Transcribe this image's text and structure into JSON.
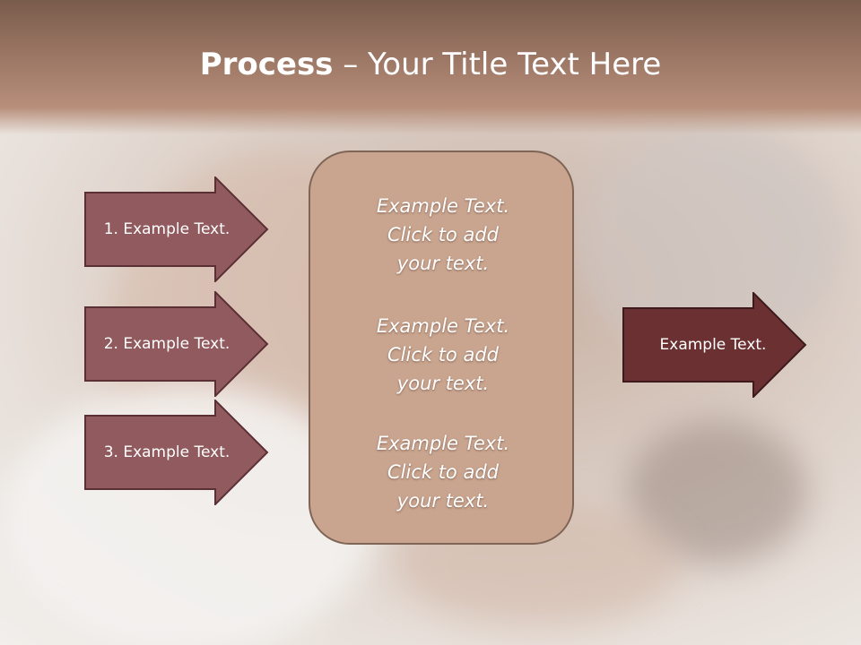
{
  "slide": {
    "title_bold": "Process",
    "title_rest": " – Your Title Text Here"
  },
  "left_arrows": [
    {
      "label": "1. Example Text."
    },
    {
      "label": "2. Example Text."
    },
    {
      "label": "3. Example Text."
    }
  ],
  "center_box": {
    "paragraphs": [
      {
        "line1": "Example Text.",
        "line2": "Click  to add",
        "line3": "your text."
      },
      {
        "line1": "Example Text.",
        "line2": "Click  to add",
        "line3": "your text."
      },
      {
        "line1": "Example Text.",
        "line2": "Click  to add",
        "line3": "your text."
      }
    ]
  },
  "right_arrow": {
    "label": "Example Text."
  },
  "colors": {
    "left_arrow_fill": "#915a5e",
    "right_arrow_fill": "#6a3032",
    "center_box_fill": "#c9a58f",
    "header_fill": "#8a6654"
  }
}
